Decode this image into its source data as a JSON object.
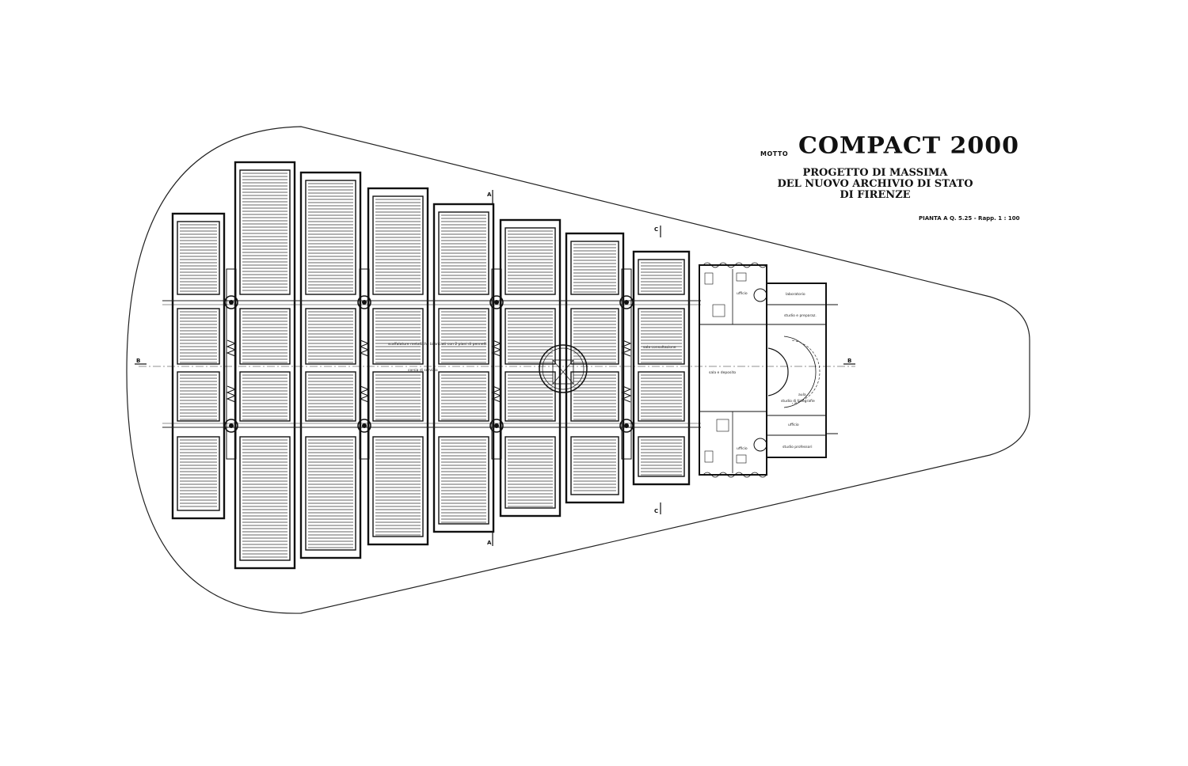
{
  "title": {
    "motto_label": "MOTTO",
    "project_name": "COMPACT 2000",
    "subtitle_lines": [
      "PROGETTO DI MASSIMA",
      "DEL NUOVO ARCHIVIO DI STATO",
      "DI FIRENZE"
    ],
    "sheet_info": "PIANTA A Q. 5.25 - Rapp. 1 : 100"
  },
  "section_markers": {
    "a_top": "A",
    "a_bottom": "A",
    "c_top": "C",
    "c_bottom": "C",
    "b_left": "B",
    "b_right": "B"
  },
  "room_labels": [
    "laboratorio",
    "studio e preparaz.",
    "aula",
    "studio di fotografie",
    "ufficio",
    "studio professori",
    "ufficio",
    "ufficio",
    "sala e deposito",
    "scaffalature metalliche bilanciati con 2 piani di pennelli",
    "corsia di servizio",
    "sala consultazione"
  ],
  "colors": {
    "ink": "#111111",
    "paper": "#ffffff"
  }
}
